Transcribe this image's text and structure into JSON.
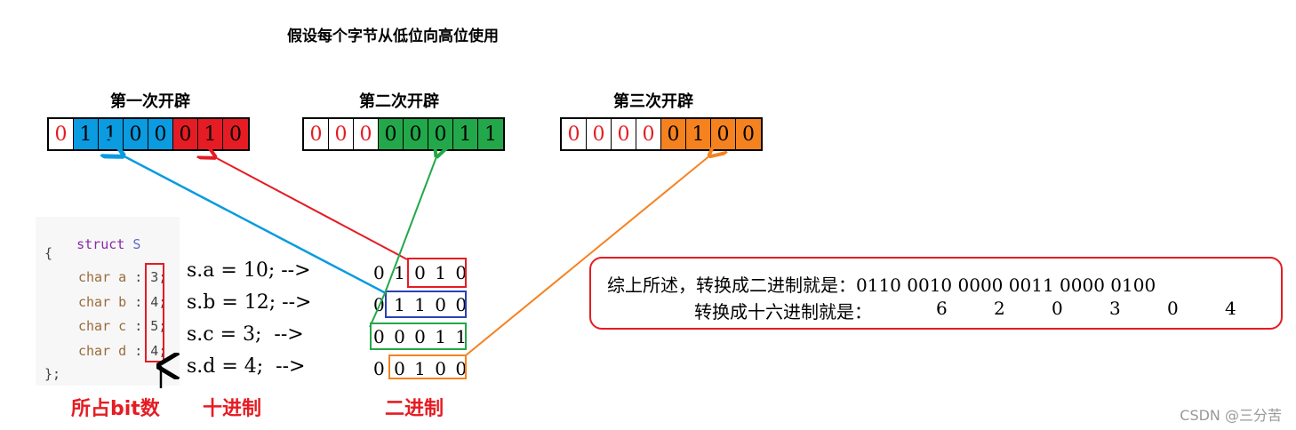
{
  "title": "假设每个字节从低位向高位使用",
  "bytes": [
    {
      "heading": "第一次开辟",
      "bits": [
        {
          "v": "0",
          "c": "white"
        },
        {
          "v": "1",
          "c": "blue"
        },
        {
          "v": "1",
          "c": "blue"
        },
        {
          "v": "0",
          "c": "blue"
        },
        {
          "v": "0",
          "c": "blue"
        },
        {
          "v": "0",
          "c": "red"
        },
        {
          "v": "1",
          "c": "red"
        },
        {
          "v": "0",
          "c": "red"
        }
      ]
    },
    {
      "heading": "第二次开辟",
      "bits": [
        {
          "v": "0",
          "c": "white"
        },
        {
          "v": "0",
          "c": "white"
        },
        {
          "v": "0",
          "c": "white"
        },
        {
          "v": "0",
          "c": "green"
        },
        {
          "v": "0",
          "c": "green"
        },
        {
          "v": "0",
          "c": "green"
        },
        {
          "v": "1",
          "c": "green"
        },
        {
          "v": "1",
          "c": "green"
        }
      ]
    },
    {
      "heading": "第三次开辟",
      "bits": [
        {
          "v": "0",
          "c": "white"
        },
        {
          "v": "0",
          "c": "white"
        },
        {
          "v": "0",
          "c": "white"
        },
        {
          "v": "0",
          "c": "white"
        },
        {
          "v": "0",
          "c": "orange"
        },
        {
          "v": "1",
          "c": "orange"
        },
        {
          "v": "0",
          "c": "orange"
        },
        {
          "v": "0",
          "c": "orange"
        }
      ]
    }
  ],
  "code": {
    "line1_kw": "struct",
    "line1_name": "S",
    "open": "{",
    "fields": [
      {
        "decl": "char a",
        "bits": "3"
      },
      {
        "decl": "char b",
        "bits": "4"
      },
      {
        "decl": "char c",
        "bits": "5"
      },
      {
        "decl": "char d",
        "bits": "4"
      }
    ],
    "close": "};"
  },
  "assignments": [
    {
      "stmt": "s.a = 10; -->",
      "bin": "0 1 0 1 0"
    },
    {
      "stmt": "s.b = 12; -->",
      "bin": "0 1 1 0 0"
    },
    {
      "stmt": "s.c = 3;  -->",
      "bin": "0 0 0 1 1"
    },
    {
      "stmt": "s.d = 4;  -->",
      "bin": "0 0 1 0 0"
    }
  ],
  "labels": {
    "bits_count": "所占bit数",
    "decimal": "十进制",
    "binary": "二进制"
  },
  "summary": {
    "line1": "综上所述，转换成二进制就是：0110 0010 0000 0011 0000 0100",
    "line2_prefix": "转换成十六进制就是：",
    "hex": [
      "6",
      "2",
      "0",
      "3",
      "0",
      "4"
    ]
  },
  "watermark": "CSDN @三分苦",
  "colors": {
    "blue": "#0a9be0",
    "red": "#e51c23",
    "green": "#22a84a",
    "orange": "#f5821f"
  }
}
